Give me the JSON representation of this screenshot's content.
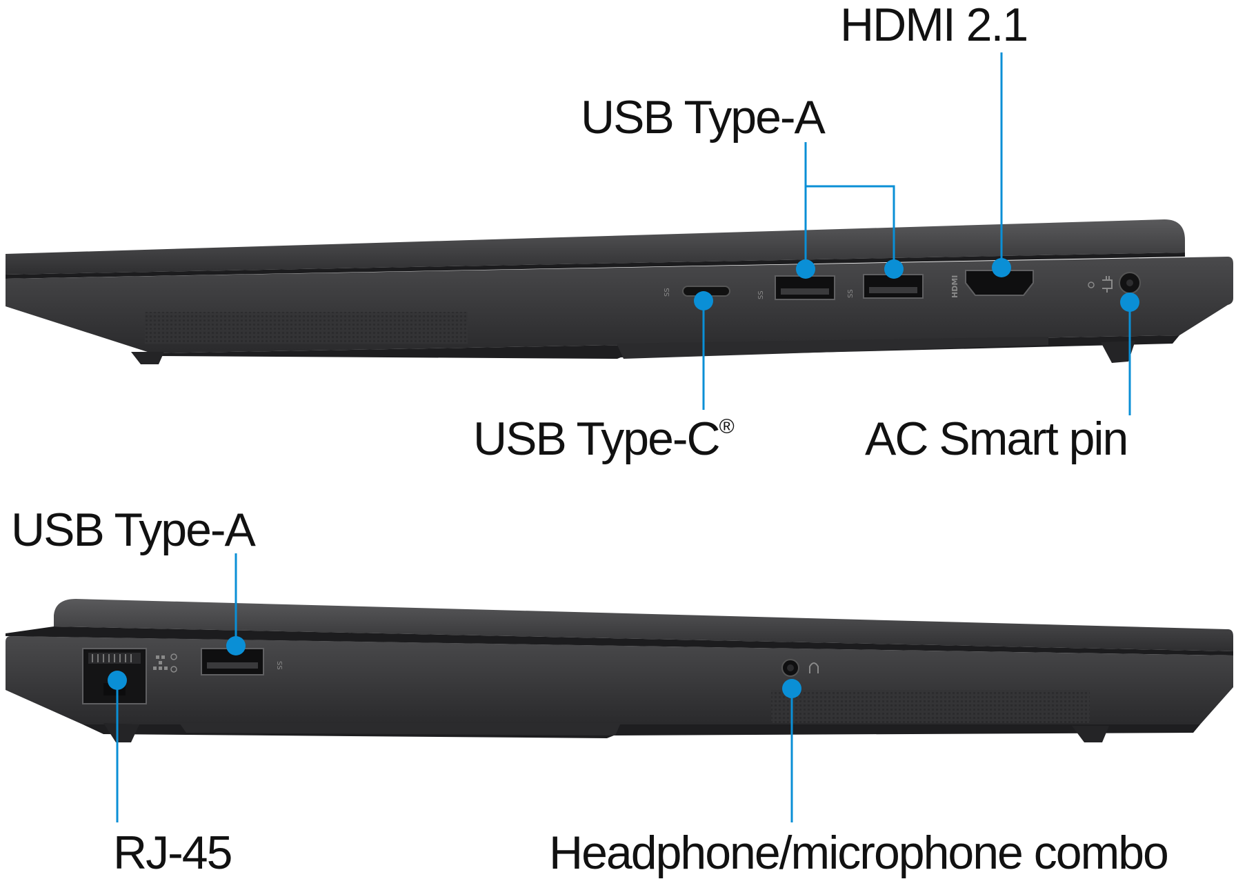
{
  "labels": {
    "hdmi": "HDMI 2.1",
    "usb_a_right": "USB Type-A",
    "usb_c": "USB Type-C",
    "usb_c_mark": "®",
    "ac_smart_pin": "AC Smart pin",
    "usb_a_left": "USB Type-A",
    "rj45": "RJ-45",
    "headphone": "Headphone/microphone combo"
  },
  "port_marks": {
    "superspeed": "SS",
    "hdmi_logo": "HDMI"
  },
  "colors": {
    "callout": "#0a8fd6",
    "chassis": "#3d3d3f",
    "chassis_dark": "#232325",
    "label_text": "#111111",
    "background": "#ffffff"
  }
}
